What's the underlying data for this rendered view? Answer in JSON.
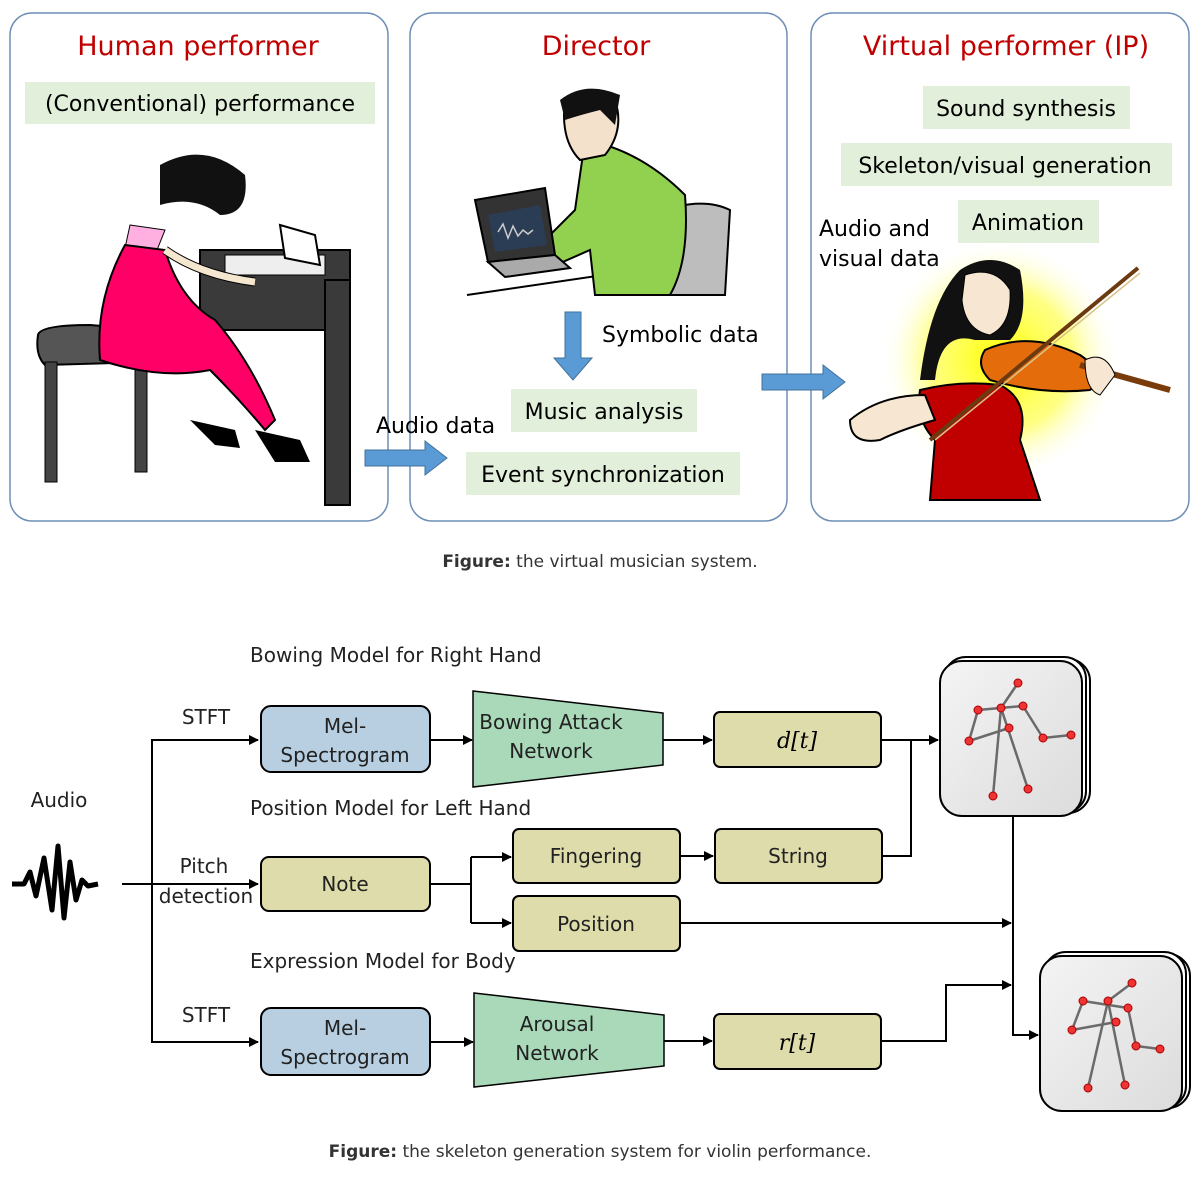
{
  "top_figure": {
    "panels": [
      {
        "title": "Human performer",
        "labels": [
          "(Conventional) performance"
        ]
      },
      {
        "title": "Director",
        "labels": [
          "Music analysis",
          "Event synchronization"
        ],
        "annotations": [
          "Symbolic data"
        ]
      },
      {
        "title": "Virtual performer (IP)",
        "labels": [
          "Sound synthesis",
          "Skeleton/visual generation",
          "Animation"
        ],
        "annotations": [
          "Audio and",
          "visual data"
        ]
      }
    ],
    "audio_data_label": "Audio data",
    "caption_bold": "Figure:",
    "caption_text": " the virtual musician system."
  },
  "bottom_figure": {
    "input_label": "Audio",
    "models": {
      "bowing": {
        "title": "Bowing Model for Right Hand",
        "edge": "STFT",
        "feature": [
          "Mel-",
          "Spectrogram"
        ],
        "network": [
          "Bowing Attack",
          "Network"
        ],
        "output": "d[t]"
      },
      "position": {
        "title": "Position Model for Left Hand",
        "edge": [
          "Pitch",
          "detection"
        ],
        "feature": "Note",
        "fingering": "Fingering",
        "string": "String",
        "position": "Position"
      },
      "expression": {
        "title": "Expression Model for Body",
        "edge": "STFT",
        "feature": [
          "Mel-",
          "Spectrogram"
        ],
        "network": [
          "Arousal",
          "Network"
        ],
        "output": "r[t]"
      }
    },
    "caption_bold": "Figure:",
    "caption_text": " the skeleton generation system for violin performance."
  },
  "colors": {
    "title_red": "#c00000",
    "label_green": "#e2efda",
    "arrow_blue": "#5b9bd5",
    "mel_blue": "#b7cfe0",
    "olive": "#dedcaa",
    "network_green": "#a9d9b9"
  }
}
